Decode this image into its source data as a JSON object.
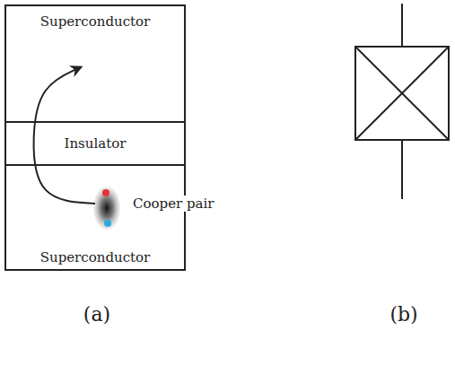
{
  "diagram": {
    "nodes": [
      {
        "text": [
          "Superconductor"
        ]
      },
      {
        "text": [
          "Insulator"
        ]
      },
      {
        "text": [
          "Superconductor"
        ]
      }
    ],
    "edges": [
      {
        "from": 2,
        "to": 0,
        "arrow": "to"
      }
    ],
    "labels": [
      "Cooper pair",
      "(a)",
      "(b)"
    ]
  }
}
